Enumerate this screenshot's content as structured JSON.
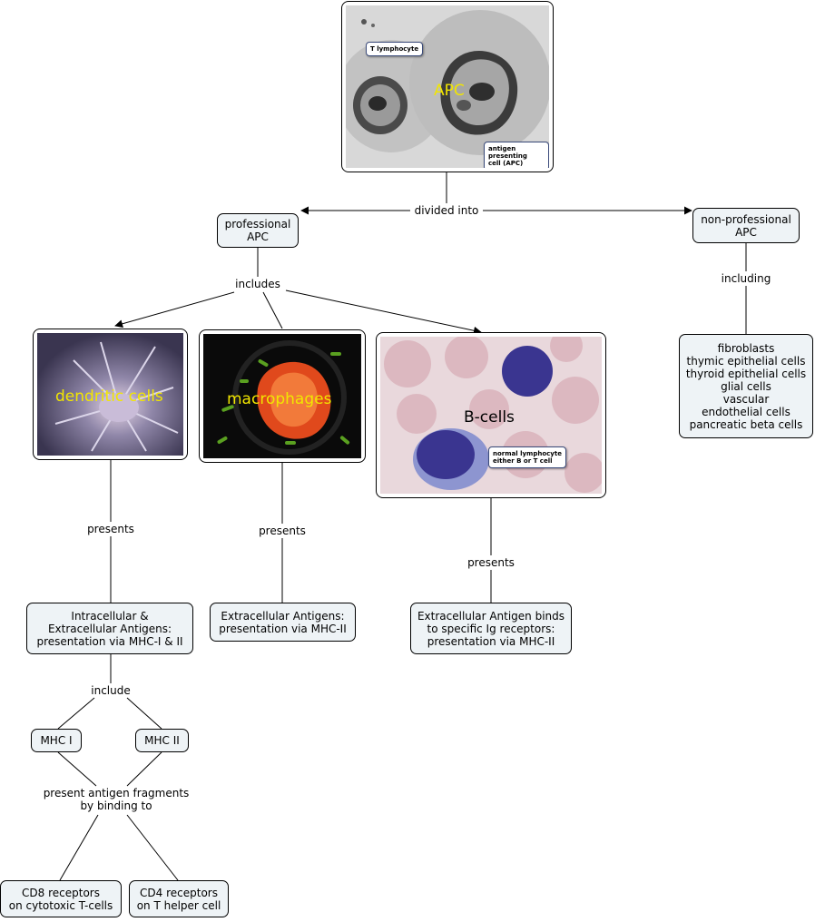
{
  "apc_image": {
    "title": "APC",
    "callout_t": "T lymphocyte",
    "callout_apc": "antigen presenting\ncell (APC)",
    "title_color": "#f2e600"
  },
  "nodes": {
    "professional": "professional\nAPC",
    "nonprofessional": "non-professional\nAPC",
    "nonprof_list": "fibroblasts\nthymic epithelial cells\nthyroid epithelial cells\nglial cells\nvascular\nendothelial cells\npancreatic beta cells",
    "dendritic_antigens": "Intracellular &\nExtracellular Antigens:\npresentation via MHC-I & II",
    "macro_antigens": "Extracellular Antigens:\npresentation via MHC-II",
    "bcell_antigens": "Extracellular Antigen binds\nto specific Ig receptors:\npresentation via MHC-II",
    "mhc1": "MHC I",
    "mhc2": "MHC II",
    "cd8": "CD8 receptors\non cytotoxic T-cells",
    "cd4": "CD4 receptors\non T helper cell"
  },
  "images": {
    "dendritic": "dendritic cells",
    "macrophages": "macrophages",
    "bcells": "B-cells",
    "bcell_callout": "normal lymphocyte\neither B or T cell",
    "label_color": "#f2e600"
  },
  "links": {
    "divided_into": "divided into",
    "includes": "includes",
    "including": "including",
    "presents_1": "presents",
    "presents_2": "presents",
    "presents_3": "presents",
    "include": "include",
    "present_fragments": "present antigen fragments\nby binding to"
  }
}
